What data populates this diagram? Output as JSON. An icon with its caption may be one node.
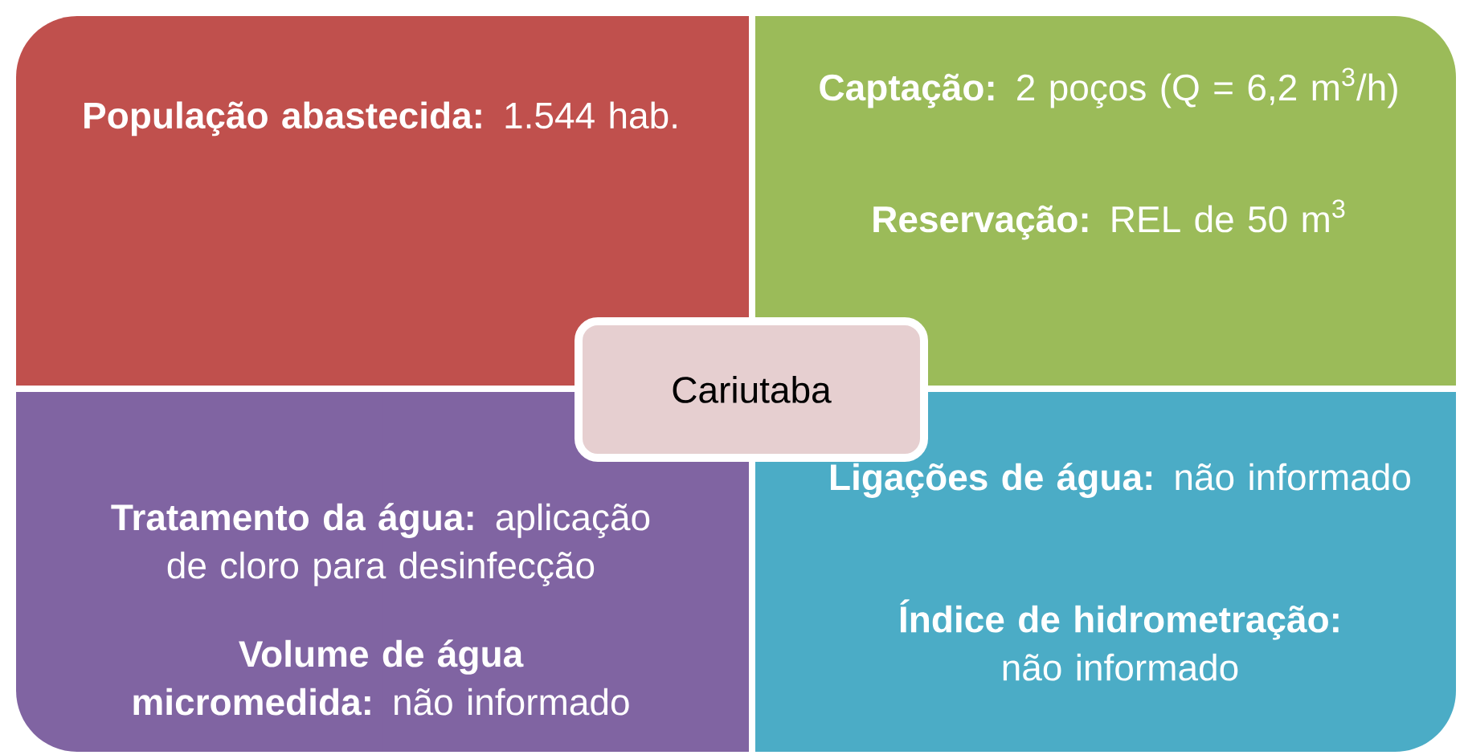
{
  "diagram": {
    "nodes": [
      {
        "text": [
          "**População abastecida:** 1.544 hab."
        ]
      },
      {
        "text": [
          "**Captação:** 2 poços (Q = 6,2 m$^{3}$/h)",
          "**Reservação:** REL de 50 m$^{3}$"
        ]
      },
      {
        "text": [
          "**Tratamento da água:** aplicação de cloro para desinfecção",
          "**Volume de água micromedida:** não informado"
        ]
      },
      {
        "text": [
          "**Ligações de água:** não informado",
          "**Índice de hidrometração:** não informado"
        ]
      },
      {
        "text": [
          "Cariutaba"
        ]
      }
    ]
  }
}
